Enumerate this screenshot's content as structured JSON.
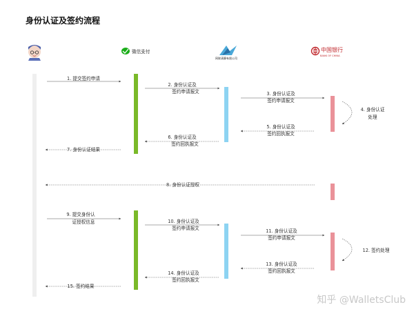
{
  "title": "身份认证及签约流程",
  "participants": [
    {
      "id": "user",
      "icon": "user-avatar-icon",
      "label": ""
    },
    {
      "id": "wechat",
      "icon": "wechat-logo-icon",
      "label": "微信支付"
    },
    {
      "id": "clearing",
      "icon": "clearing-house-logo-icon",
      "label": "网联清算有限公司"
    },
    {
      "id": "bank",
      "icon": "bank-of-china-logo-icon",
      "label": "中国银行",
      "sublabel": "BANK OF CHINA"
    }
  ],
  "colors": {
    "lifeline_user": "#efefef",
    "wechat_bar": "#7ab929",
    "clearing_bar": "#8dd3f2",
    "bank_bar": "#ea9299",
    "arrow": "#555555"
  },
  "messages": [
    {
      "id": "m1",
      "lines": [
        "1. 提交签约申请"
      ]
    },
    {
      "id": "m2",
      "lines": [
        "2. 身份认证及",
        "签约申请报文"
      ]
    },
    {
      "id": "m3",
      "lines": [
        "3. 身份认证及",
        "签约申请报文"
      ]
    },
    {
      "id": "m4",
      "lines": [
        "4. 身份认证",
        "处理"
      ]
    },
    {
      "id": "m5",
      "lines": [
        "5. 身份认证及",
        "签约回执报文"
      ]
    },
    {
      "id": "m6",
      "lines": [
        "6. 身份认证及",
        "签约回执报文"
      ]
    },
    {
      "id": "m7",
      "lines": [
        "7. 身份认证结果"
      ]
    },
    {
      "id": "m8",
      "lines": [
        "8. 身份认证授权"
      ]
    },
    {
      "id": "m9",
      "lines": [
        "9. 提交身份认",
        "证授权信息"
      ]
    },
    {
      "id": "m10",
      "lines": [
        "10. 身份认证及",
        "签约申请报文"
      ]
    },
    {
      "id": "m11",
      "lines": [
        "11. 身份认证及",
        "签约申请报文"
      ]
    },
    {
      "id": "m12",
      "lines": [
        "12. 签约处理"
      ]
    },
    {
      "id": "m13",
      "lines": [
        "13. 身份认证及",
        "签约回执报文"
      ]
    },
    {
      "id": "m14",
      "lines": [
        "14. 身份认证及",
        "签约回执报文"
      ]
    },
    {
      "id": "m15",
      "lines": [
        "15. 签约结果"
      ]
    }
  ],
  "watermark": "知乎 @WalletsClub"
}
